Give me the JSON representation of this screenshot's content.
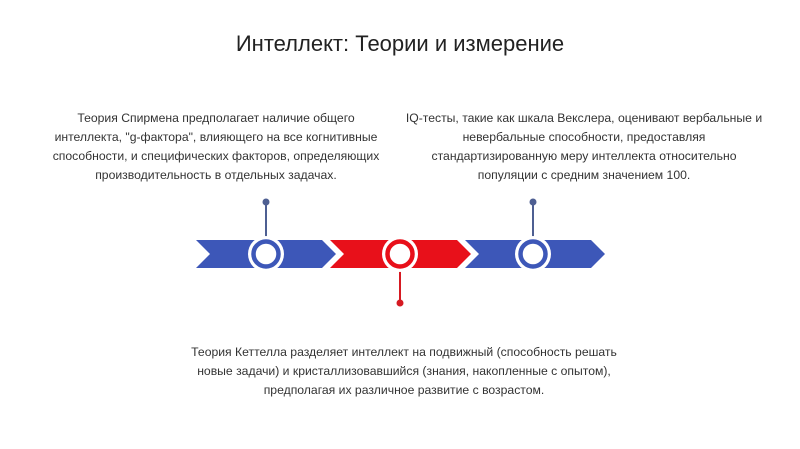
{
  "title": "Интеллект: Теории и измерение",
  "blocks": {
    "left": "Теория Спирмена предполагает наличие общего интеллекта, \"g-фактора\", влияющего на все когнитивные способности, и специфических факторов, определяющих производительность в отдельных задачах.",
    "right": "IQ-тесты, такие как шкала Векслера, оценивают вербальные и невербальные способности, предоставляя стандартизированную меру интеллекта относительно популяции с средним значением 100.",
    "bottom": "Теория Кеттелла разделяет интеллект на подвижный (способность решать новые задачи) и кристаллизовавшийся (знания, накопленные с опытом), предполагая их различное развитие с возрастом."
  },
  "colors": {
    "blue": "#3d57b8",
    "red": "#e8101a",
    "stem_blue": "#4e5f92",
    "stem_red": "#d61a22"
  }
}
